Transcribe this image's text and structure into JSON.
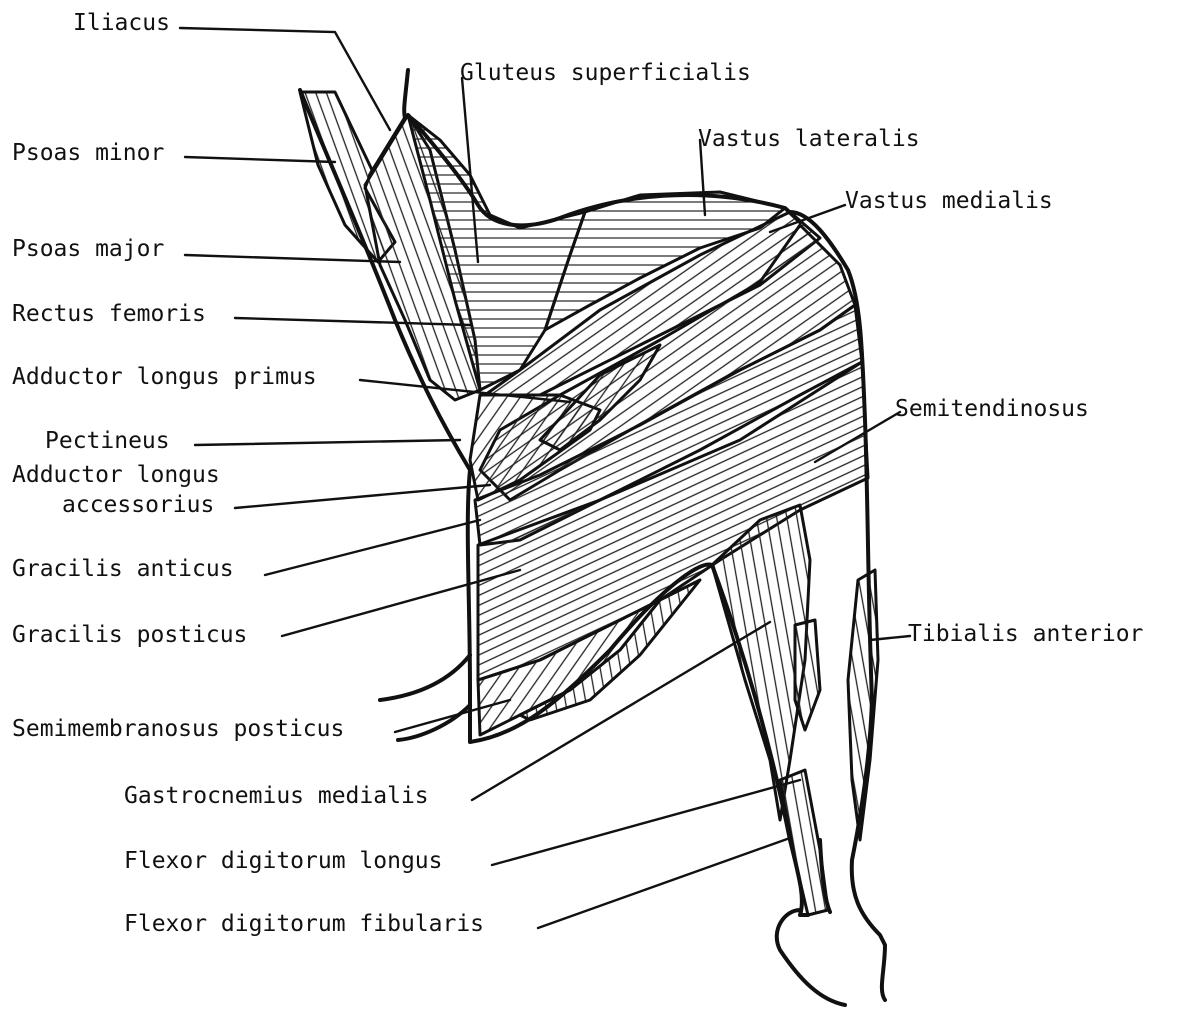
{
  "figure": {
    "labels": {
      "iliacus": "Iliacus",
      "gluteus_superficialis": "Gluteus superficialis",
      "psoas_minor": "Psoas minor",
      "vastus_lateralis": "Vastus lateralis",
      "vastus_medialis": "Vastus medialis",
      "psoas_major": "Psoas major",
      "rectus_femoris": "Rectus femoris",
      "adductor_longus_primus": "Adductor longus primus",
      "semitendinosus": "Semitendinosus",
      "pectineus": "Pectineus",
      "adductor_longus_accessorius_1": "Adductor longus",
      "adductor_longus_accessorius_2": "accessorius",
      "gracilis_anticus": "Gracilis anticus",
      "gracilis_posticus": "Gracilis posticus",
      "tibialis_anterior": "Tibialis anterior",
      "semimembranosus_posticus": "Semimembranosus posticus",
      "gastrocnemius_medialis": "Gastrocnemius medialis",
      "flexor_digitorum_longus": "Flexor digitorum longus",
      "flexor_digitorum_fibularis": "Flexor digitorum fibularis"
    }
  }
}
